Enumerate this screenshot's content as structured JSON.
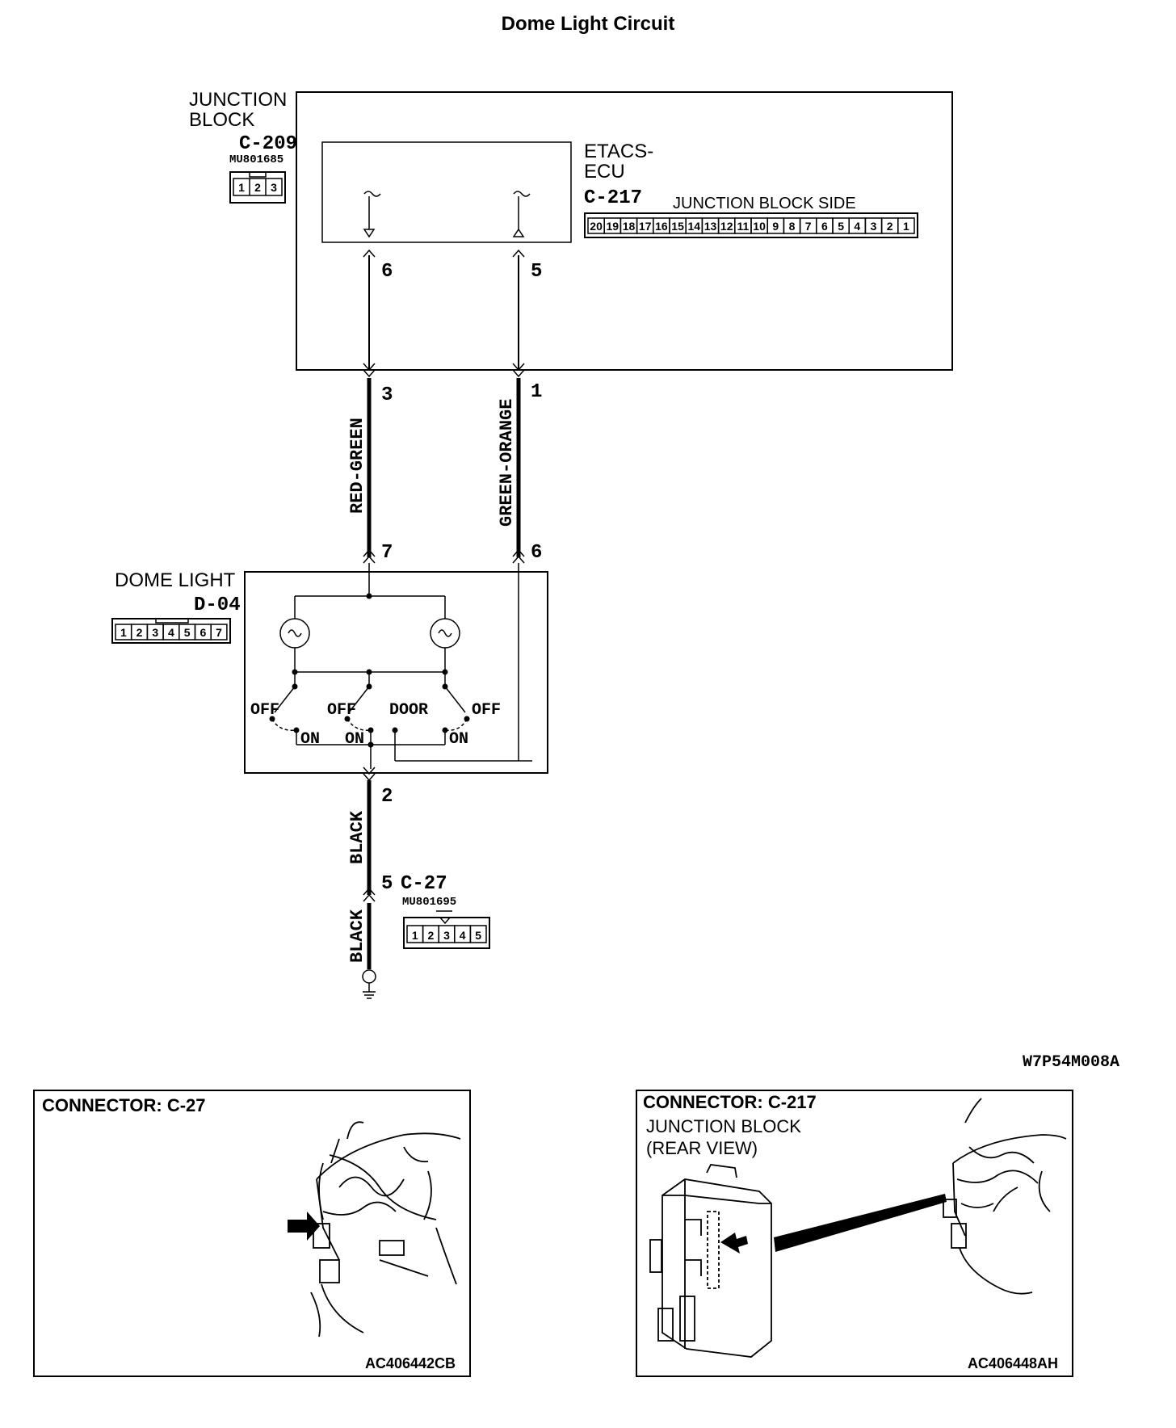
{
  "title": "Dome Light Circuit",
  "diagram_code": "W7P54M008A",
  "junction_block": {
    "label_line1": "JUNCTION",
    "label_line2": "BLOCK",
    "connector_id": "C-209",
    "part_no": "MU801685",
    "pins": [
      "1",
      "2",
      "3"
    ]
  },
  "etacs": {
    "label_line1": "ETACS-",
    "label_line2": "ECU",
    "connector_id": "C-217",
    "side_label": "JUNCTION BLOCK SIDE",
    "pins": [
      "20",
      "19",
      "18",
      "17",
      "16",
      "15",
      "14",
      "13",
      "12",
      "11",
      "10",
      "9",
      "8",
      "7",
      "6",
      "5",
      "4",
      "3",
      "2",
      "1"
    ],
    "pin_left": "6",
    "pin_right": "5"
  },
  "wires": {
    "left": {
      "top_pin": "3",
      "color": "RED-GREEN",
      "bottom_pin": "7"
    },
    "right": {
      "top_pin": "1",
      "color": "GREEN-ORANGE",
      "bottom_pin": "6"
    },
    "ground_upper": {
      "pin": "2",
      "color": "BLACK"
    },
    "ground_lower": {
      "pin": "5",
      "color": "BLACK"
    }
  },
  "dome_light": {
    "label": "DOME LIGHT",
    "connector_id": "D-04",
    "pins": [
      "1",
      "2",
      "3",
      "4",
      "5",
      "6",
      "7"
    ],
    "switch_labels": {
      "off1": "OFF",
      "on1": "ON",
      "off2": "OFF",
      "on2": "ON",
      "door": "DOOR",
      "off3": "OFF",
      "on3": "ON"
    }
  },
  "c27": {
    "connector_id": "C-27",
    "part_no": "MU801695",
    "pins": [
      "1",
      "2",
      "3",
      "4",
      "5"
    ]
  },
  "panels": {
    "left": {
      "title": "CONNECTOR: C-27",
      "code": "AC406442CB"
    },
    "right": {
      "title": "CONNECTOR: C-217",
      "sub1": "JUNCTION BLOCK",
      "sub2": "(REAR VIEW)",
      "code": "AC406448AH"
    }
  }
}
